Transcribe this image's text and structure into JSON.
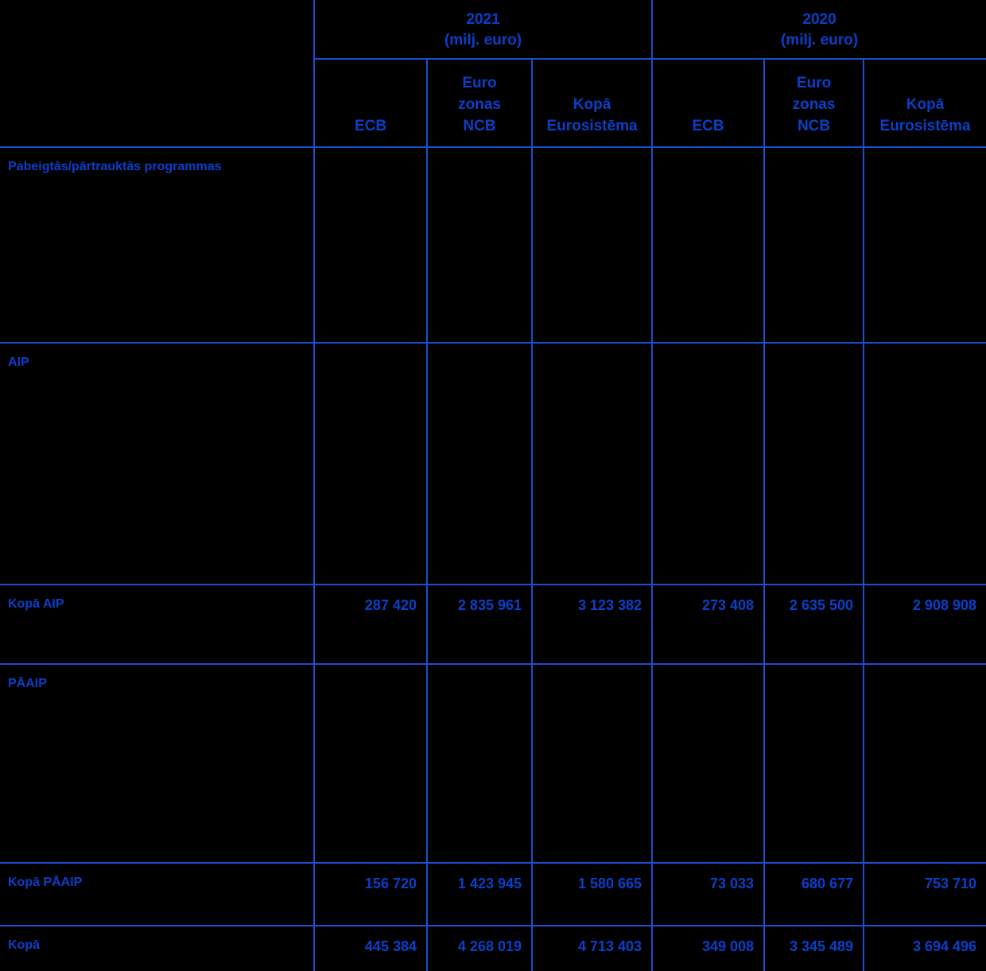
{
  "table": {
    "row_label_header": "",
    "year_groups": [
      {
        "year": "2021",
        "unit": "(milj. euro)"
      },
      {
        "year": "2020",
        "unit": "(milj. euro)"
      }
    ],
    "sub_headers": [
      {
        "l1": "",
        "l2": "",
        "l3": "ECB"
      },
      {
        "l1": "Euro",
        "l2": "zonas",
        "l3": "NCB"
      },
      {
        "l1": "",
        "l2": "Kopā",
        "l3": "Eurosistēma"
      },
      {
        "l1": "",
        "l2": "",
        "l3": "ECB"
      },
      {
        "l1": "Euro",
        "l2": "zonas",
        "l3": "NCB"
      },
      {
        "l1": "",
        "l2": "Kopā",
        "l3": "Eurosistēma"
      }
    ],
    "rows": [
      {
        "label": "Pabeigtās/pārtrauktās programmas",
        "values": [
          "",
          "",
          "",
          "",
          "",
          ""
        ]
      },
      {
        "label": "AIP",
        "values": [
          "",
          "",
          "",
          "",
          "",
          ""
        ]
      },
      {
        "label": "Kopā AIP",
        "values": [
          "287 420",
          "2 835 961",
          "3 123 382",
          "273 408",
          "2 635 500",
          "2 908 908"
        ]
      },
      {
        "label": "PĀAIP",
        "values": [
          "",
          "",
          "",
          "",
          "",
          ""
        ]
      },
      {
        "label": "Kopā PĀAIP",
        "values": [
          "156 720",
          "1 423 945",
          "1 580 665",
          "73 033",
          "680 677",
          "753 710"
        ]
      },
      {
        "label": "Kopā",
        "values": [
          "445 384",
          "4 268 019",
          "4 713 403",
          "349 008",
          "3 345 489",
          "3 694 496"
        ]
      }
    ]
  },
  "colors": {
    "background": "#000000",
    "text": "#0b3fc9",
    "gridline": "#1a4fd0"
  }
}
